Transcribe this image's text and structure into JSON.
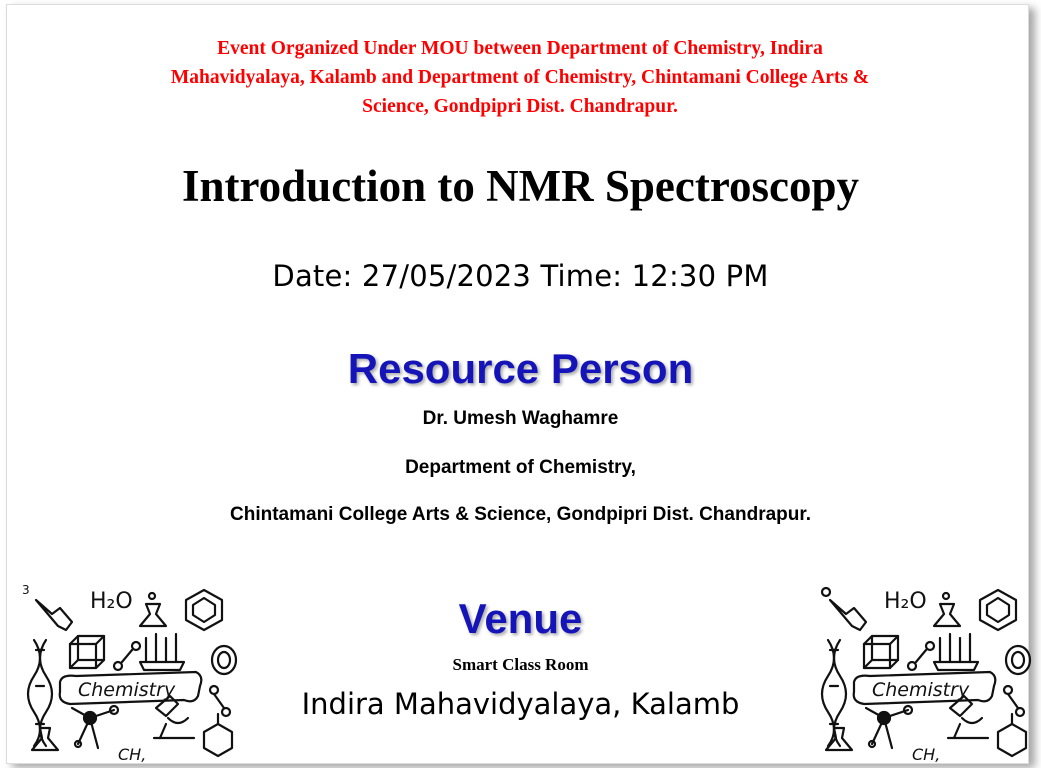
{
  "header": {
    "mou_line1": "Event Organized Under MOU between Department of Chemistry, Indira",
    "mou_line2": "Mahavidyalaya, Kalamb and Department of Chemistry, Chintamani College Arts &",
    "mou_line3": "Science, Gondpipri Dist. Chandrapur."
  },
  "title": "Introduction to NMR Spectroscopy",
  "datetime": "Date: 27/05/2023 Time: 12:30 PM",
  "resource_person": {
    "heading": "Resource Person",
    "name": "Dr. Umesh Waghamre",
    "department": "Department of Chemistry,",
    "college": "Chintamani College Arts & Science, Gondpipri Dist. Chandrapur."
  },
  "venue": {
    "heading": "Venue",
    "room": "Smart Class Room",
    "college": "Indira Mahavidyalaya,  Kalamb"
  },
  "doodle": {
    "label": "Chemistry",
    "h2o": "H₂O",
    "ch": "CH,",
    "three": "3"
  },
  "colors": {
    "mou_text": "#ff0000",
    "heading_blue": "#1414b8",
    "body_text": "#000000"
  }
}
